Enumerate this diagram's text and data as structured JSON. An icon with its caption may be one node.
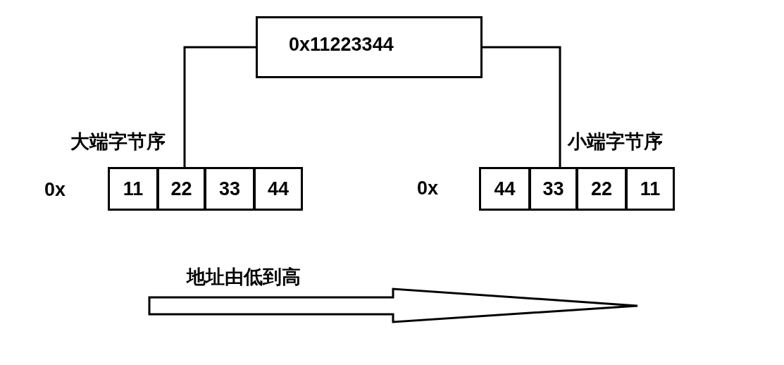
{
  "diagram": {
    "nodes": [
      {
        "text": [
          "0x11223344"
        ]
      },
      {
        "text": [
          "11"
        ]
      },
      {
        "text": [
          "22"
        ]
      },
      {
        "text": [
          "33"
        ]
      },
      {
        "text": [
          "44"
        ]
      },
      {
        "text": [
          "44"
        ]
      },
      {
        "text": [
          "33"
        ]
      },
      {
        "text": [
          "22"
        ]
      },
      {
        "text": [
          "11"
        ]
      }
    ],
    "edges": [
      {
        "from": 0,
        "to": 2,
        "arrow": "none"
      },
      {
        "from": 0,
        "to": 6,
        "arrow": "none"
      }
    ],
    "labels": [
      "大端字节序",
      "0x",
      "小端字节序",
      "0x",
      "地址由低到高"
    ]
  }
}
